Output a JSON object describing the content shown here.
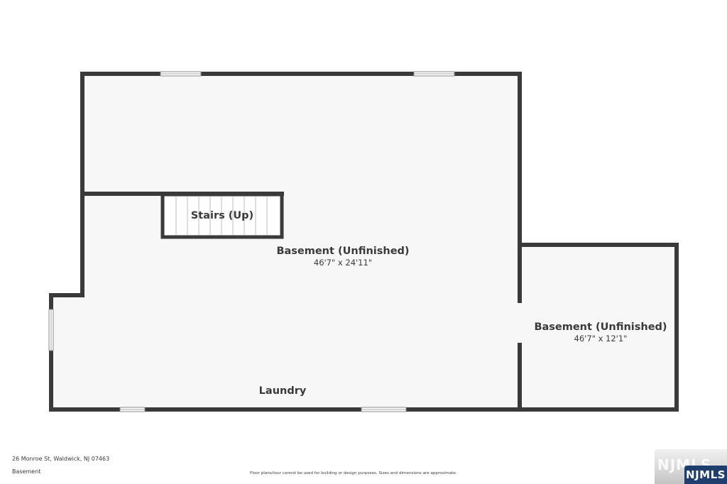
{
  "plan": {
    "level": "Basement",
    "rooms": [
      {
        "name": "Basement (Unfinished)",
        "dimensions": "46'7\" x 24'11\""
      },
      {
        "name": "Basement (Unfinished)",
        "dimensions": "46'7\" x 12'1\""
      }
    ],
    "stairs_label": "Stairs (Up)",
    "laundry_label": "Laundry"
  },
  "footer": {
    "address": "26 Monroe St, Waldwick, NJ 07463",
    "level": "Basement",
    "disclaimer": "Floor plans/tour cannot be used for building or design purposes. Sizes and dimensions are approximate."
  },
  "logo": {
    "text": "NJMLS",
    "badge_color": "#1f3e6e"
  },
  "colors": {
    "wall": "#3a3a3a",
    "floor": "#f7f7f7",
    "window": "#ffffff"
  }
}
